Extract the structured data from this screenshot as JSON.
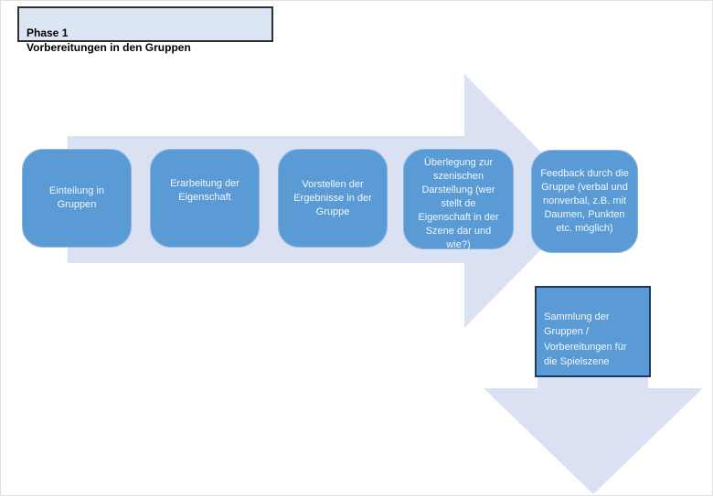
{
  "title_box": {
    "text": "Phase 1\nVorbereitungen in den Gruppen"
  },
  "steps": [
    {
      "label": "Einteilung in\nGruppen"
    },
    {
      "label": "Erarbeitung der\nEigenschaft"
    },
    {
      "label": "Vorstellen der\nErgebnisse in der\nGruppe"
    },
    {
      "label": "Überlegung zur\nszenischen\nDarstellung (wer\nstellt de\nEigenschaft in der\nSzene dar und\nwie?)"
    },
    {
      "label": "Feedback durch die\nGruppe (verbal und\nnonverbal, z.B. mit\nDaumen, Punkten\netc. möglich)"
    }
  ],
  "result_box": {
    "label": "Sammlung der\nGruppen /\nVorbereitungen für\ndie Spielszene"
  },
  "colors": {
    "step_box_fill": "#5b9bd5",
    "arrow_fill": "#d9e1f2",
    "title_box_fill": "#dce6f2",
    "title_border": "#2f2f2f",
    "result_box_border": "#1f3864",
    "box_text": "#f2f7fc",
    "title_text": "#000000"
  }
}
